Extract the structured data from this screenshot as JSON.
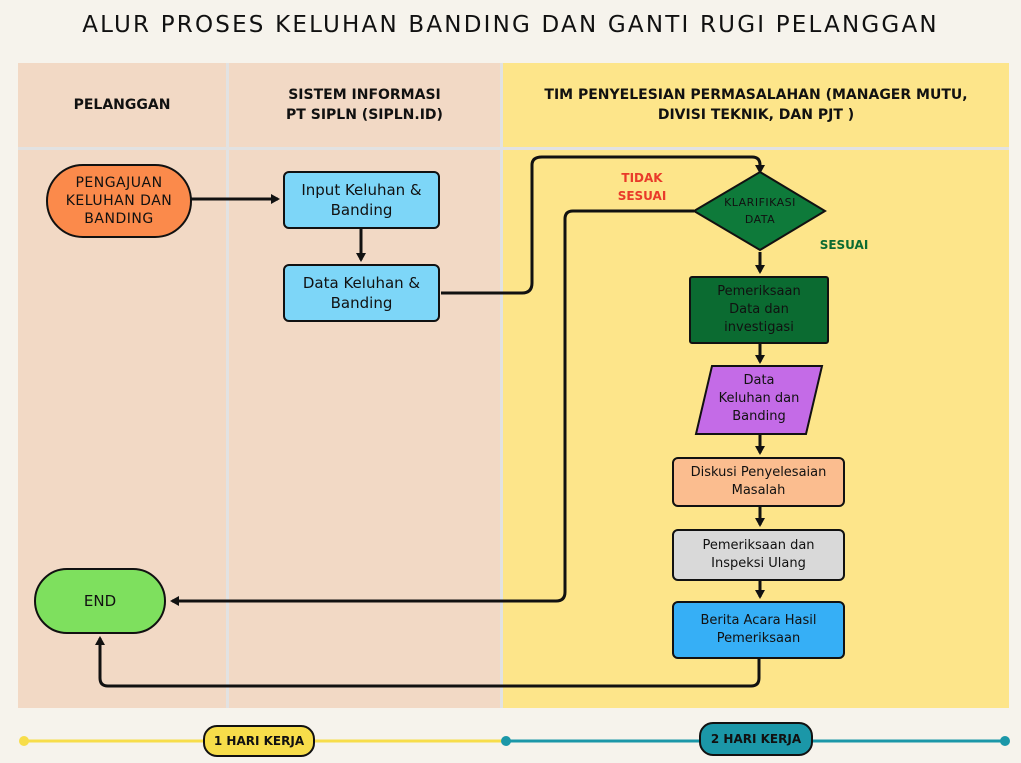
{
  "title": "ALUR PROSES KELUHAN BANDING DAN GANTI RUGI PELANGGAN",
  "lanes": [
    {
      "label": "PELANGGAN"
    },
    {
      "label_line1": "SISTEM INFORMASI",
      "label_line2": "PT SIPLN (SIPLN.ID)"
    },
    {
      "label_line1": "TIM PENYELESIAN PERMASALAHAN (MANAGER MUTU,",
      "label_line2": "DIVISI TEKNIK, DAN PJT )"
    }
  ],
  "nodes": {
    "start": {
      "line1": "PENGAJUAN",
      "line2": "KELUHAN DAN",
      "line3": "BANDING"
    },
    "input": {
      "line1": "Input Keluhan &",
      "line2": "Banding"
    },
    "data_sys": {
      "line1": "Data Keluhan &",
      "line2": "Banding"
    },
    "decision": {
      "line1": "KLARIFIKASI",
      "line2": "DATA"
    },
    "pemeriksaan_data": {
      "line1": "Pemeriksaan",
      "line2": "Data dan",
      "line3": "investigasi"
    },
    "data_io": {
      "line1": "Data",
      "line2": "Keluhan dan",
      "line3": "Banding"
    },
    "diskusi": {
      "line1": "Diskusi Penyelesaian",
      "line2": "Masalah"
    },
    "inspeksi": {
      "line1": "Pemeriksaan dan",
      "line2": "Inspeksi Ulang"
    },
    "berita": {
      "line1": "Berita Acara Hasil",
      "line2": "Pemeriksaan"
    },
    "end": {
      "label": "END"
    }
  },
  "edge_labels": {
    "tidak_sesuai_line1": "TIDAK",
    "tidak_sesuai_line2": "SESUAI",
    "sesuai": "SESUAI"
  },
  "timeline": {
    "day1": "1 HARI KERJA",
    "day2": "2 HARI KERJA"
  },
  "colors": {
    "lane_customer": "#f2d9c5",
    "lane_system": "#f2d9c5",
    "lane_team": "#fde58a",
    "start": "#fb8a4b",
    "system_box": "#7dd6f8",
    "decision": "#0e7a3a",
    "pemeriksaan_data": "#0b6b31",
    "data_io": "#c46be7",
    "diskusi": "#fbbd8f",
    "inspeksi": "#d9d9d9",
    "berita": "#36aff6",
    "end": "#7ee05e",
    "tidak_sesuai": "#e93a2a",
    "sesuai": "#0b6b31",
    "timeline_day1": "#f7dd4a",
    "timeline_day2": "#1b97a8"
  }
}
